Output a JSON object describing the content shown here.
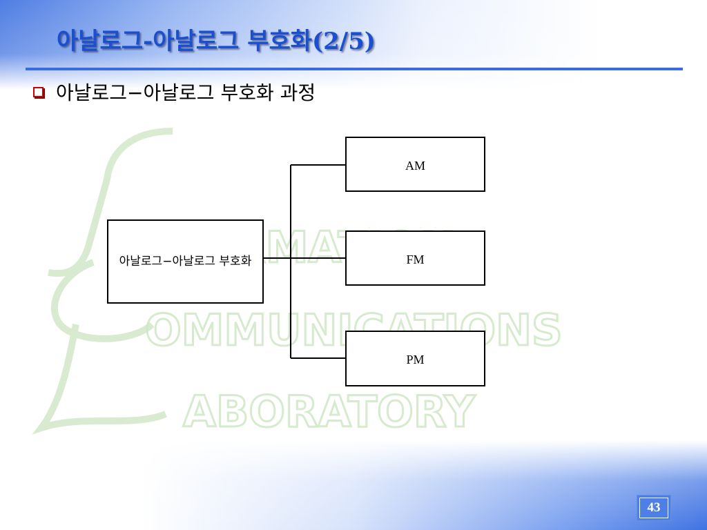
{
  "slide": {
    "title": "아날로그-아날로그 부호화(2/5)",
    "bullet": "아날로그−아날로그 부호화 과정",
    "page_number": "43"
  },
  "diagram": {
    "source_node": "아날로그−아날로그 부호화",
    "branches": [
      "AM",
      "FM",
      "PM"
    ]
  },
  "watermark": {
    "lines": [
      "NFORMATION",
      "OMMUNICATIONS",
      "ABORATORY"
    ]
  },
  "colors": {
    "title": "#1a4fd0",
    "rule": "#3b6be0",
    "bullet": "#d00000",
    "watermark": "#b9ddb0"
  }
}
